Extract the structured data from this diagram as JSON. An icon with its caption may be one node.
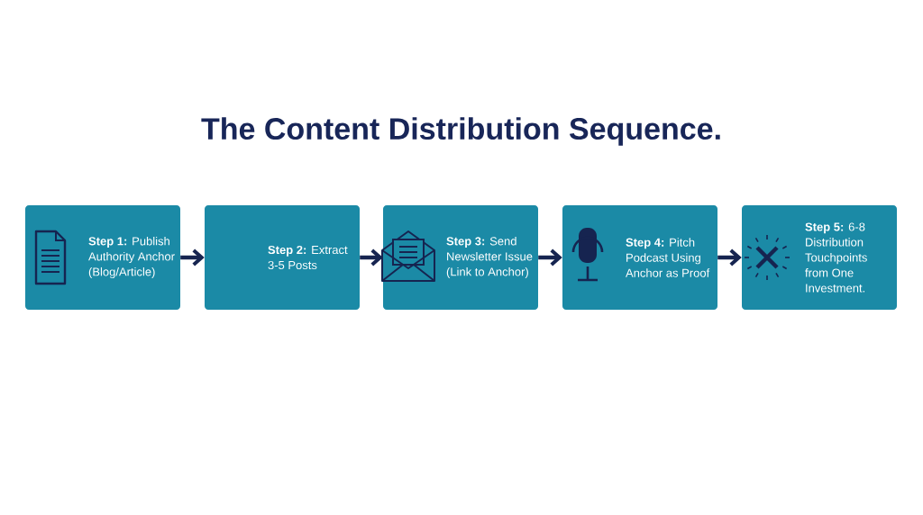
{
  "diagram": {
    "title": "The Content Distribution Sequence.",
    "nodes": [
      {
        "text": [
          "**Step 1:** Publish Authority Anchor (Blog/Article)"
        ]
      },
      {
        "text": [
          "**Step 2:** Extract 3-5 Posts"
        ]
      },
      {
        "text": [
          "**Step 3:** Send Newsletter Issue (Link to Anchor)"
        ]
      },
      {
        "text": [
          "**Step 4:** Pitch Podcast Using Anchor as Proof"
        ]
      },
      {
        "text": [
          "**Step 5:** 6-8 Distribution Touchpoints from One Investment."
        ]
      }
    ],
    "edges": [
      {
        "from": 0,
        "to": 1,
        "arrow": "to"
      },
      {
        "from": 1,
        "to": 2,
        "arrow": "to"
      },
      {
        "from": 2,
        "to": 3,
        "arrow": "to"
      },
      {
        "from": 3,
        "to": 4,
        "arrow": "to"
      }
    ]
  }
}
